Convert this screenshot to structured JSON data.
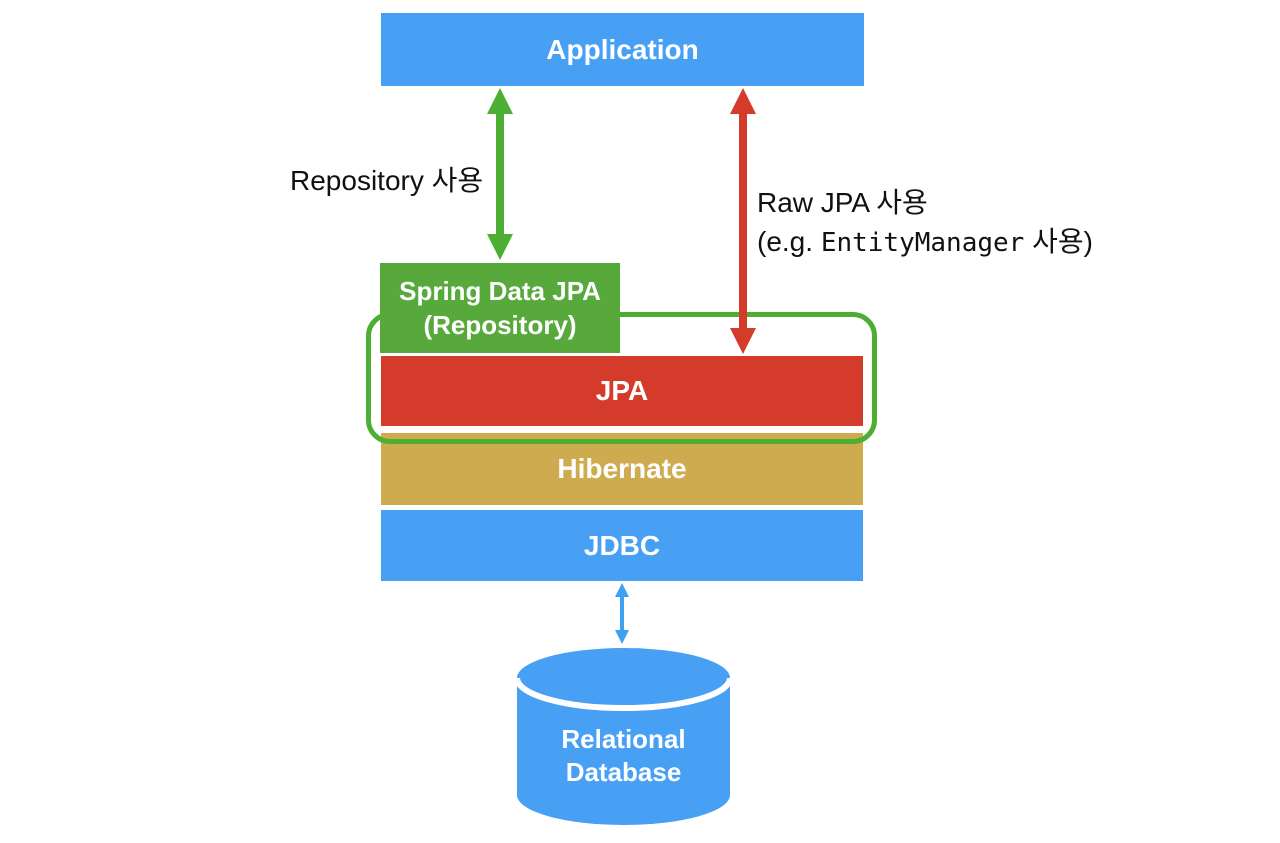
{
  "boxes": {
    "application": {
      "label": "Application",
      "color": "#48A0F5"
    },
    "spring_data_jpa": {
      "line1": "Spring Data JPA",
      "line2": "(Repository)",
      "color": "#58A93B"
    },
    "jpa": {
      "label": "JPA",
      "color": "#D53B2B"
    },
    "hibernate": {
      "label": "Hibernate",
      "color": "#CEAB4E"
    },
    "jdbc": {
      "label": "JDBC",
      "color": "#48A0F5"
    },
    "database": {
      "line1": "Relational",
      "line2": "Database",
      "color": "#48A0F5"
    }
  },
  "annotations": {
    "repository_usage": {
      "text": "Repository 사용"
    },
    "raw_jpa_usage": {
      "line1": "Raw JPA 사용",
      "line2_prefix": "(e.g. ",
      "line2_code": "EntityManager",
      "line2_suffix": " 사용)"
    }
  },
  "colors": {
    "layer_blue": "#48A0F5",
    "box_green": "#58A93B",
    "box_red": "#D53B2B",
    "box_gold": "#CEAB4E",
    "arrow_green": "#4CAE32",
    "arrow_red": "#D53B2B",
    "arrow_blue": "#3EA0F0",
    "outline_green": "#4CAE32",
    "cylinder_divider": "#FFFFFF",
    "text_light": "#FFFFFF",
    "text_dark": "#111111"
  }
}
